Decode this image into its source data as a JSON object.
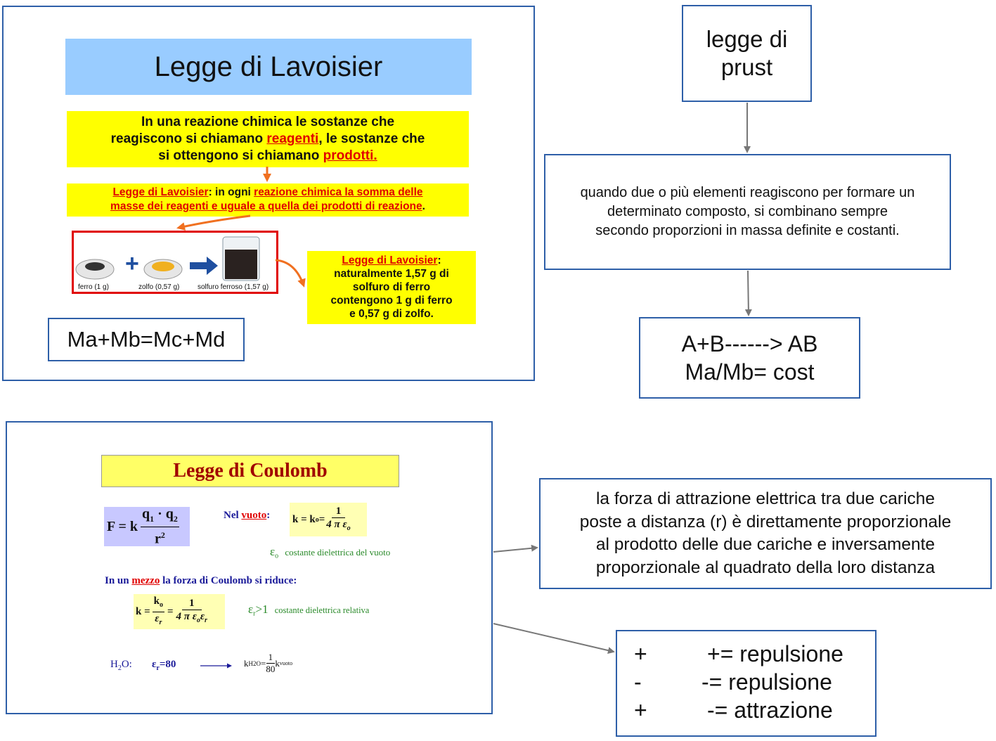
{
  "lavoisier": {
    "title": "Legge di Lavoisier",
    "intro": {
      "line1": "In una reazione chimica le sostanze che",
      "line2_pre": "reagiscono si chiamano ",
      "reagenti": "reagenti",
      "line2_post": ", le sostanze che",
      "line3_pre": "si ottengono si chiamano ",
      "prodotti": "prodotti."
    },
    "law": {
      "name": "Legge di Lavoisier",
      "mid": ": in ogni ",
      "text1": "reazione chimica la somma delle",
      "text2": "masse dei reagenti e uguale a quella dei prodotti di reazione",
      "end": "."
    },
    "experiment": {
      "label_iron": "ferro (1 g)",
      "label_sulfur": "zolfo (0,57 g)",
      "label_product": "solfuro ferroso (1,57 g)"
    },
    "example": {
      "name": "Legge di Lavoisier",
      "colon": ":",
      "line1": "naturalmente 1,57 g di",
      "line2": "solfuro di ferro",
      "line3": "contengono 1 g di ferro",
      "line4": "e 0,57 g di zolfo."
    },
    "formula": "Ma+Mb=Mc+Md"
  },
  "proust": {
    "title_line1": "legge di",
    "title_line2": "prust",
    "definition_line1": "quando due o più elementi reagiscono per formare un",
    "definition_line2": "determinato composto, si combinano sempre",
    "definition_line3": "secondo proporzioni in massa definite e costanti.",
    "formula_line1": "A+B------> AB",
    "formula_line2": "Ma/Mb= cost"
  },
  "coulomb": {
    "title": "Legge di Coulomb",
    "force": {
      "lhs": "F = k",
      "num": "q",
      "sub1": "1",
      "dot": " · ",
      "sub2": "2",
      "den": "r",
      "exp": "2"
    },
    "vacuum": {
      "nel": "Nel ",
      "vuoto": "vuoto",
      "colon": ":",
      "k_eq": "k = k",
      "k_sub": "o",
      "eq": " = ",
      "num": "1",
      "den": "4 π ε",
      "den_sub": "o"
    },
    "eps0": {
      "symbol": "ε",
      "sub": "o",
      "text": "costante dielettrica del vuoto"
    },
    "medium": {
      "pre": "In un ",
      "mezzo": "mezzo",
      "post": " la forza di Coulomb si riduce:"
    },
    "k_medium": {
      "k": "k =",
      "num": "k",
      "num_sub": "o",
      "den": "ε",
      "den_sub": "r",
      "eq": "=",
      "num2": "1",
      "den2": "4 π ε",
      "den2_sub1": "o",
      "den2_eps": "ε",
      "den2_sub2": "r"
    },
    "epsr": {
      "symbol": "ε",
      "sub": "r",
      "rel": ">1",
      "text": "costante dielettrica relativa"
    },
    "water": {
      "h": "H",
      "h_sub": "2",
      "o": "O:",
      "eps": "ε",
      "eps_sub": "r",
      "val": "=80",
      "k": "k",
      "k_sub": "H2O",
      "eq": " = ",
      "num": "1",
      "den": "80",
      "k2": " k",
      "k2_sub": "vuoto"
    },
    "statement_line1": "la forza di attrazione elettrica tra due cariche",
    "statement_line2": "poste a distanza (r)  è direttamente  proporzionale",
    "statement_line3": "al prodotto delle due cariche e  inversamente",
    "statement_line4": "proporzionale al quadrato della loro distanza",
    "signs": [
      {
        "sign": "+",
        "rule": "+= repulsione"
      },
      {
        "sign": "-",
        "rule": "-= repulsione"
      },
      {
        "sign": "+",
        "rule": "-= attrazione"
      }
    ]
  },
  "colors": {
    "border": "#2e5fa8",
    "title_bg": "#99ccff",
    "highlight": "#ffff00",
    "coulomb_title_bg": "#ffff66",
    "coulomb_title": "#a00000",
    "formula_bg": "#c8c8ff",
    "vacuum_bg": "#ffffb4",
    "navy": "#1a1a99",
    "green": "#2a8a2a",
    "red": "#e00000",
    "orange": "#f07020"
  }
}
